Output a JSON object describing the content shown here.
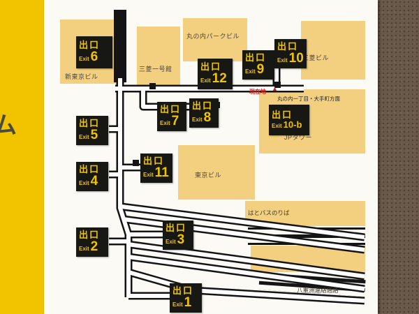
{
  "panel": {
    "side_char": "ム",
    "current_location": "現在地",
    "marker": "▲",
    "direction": "丸の内一丁目・大手町方面"
  },
  "buildings": {
    "shin_tokyo": "新東京ビル",
    "mitsubishi_ichigokan": "三菱一号館",
    "marunouchi_park": "丸の内パークビル",
    "mitsubishi": "三菱ビル",
    "jp_tower": "JPタワー",
    "tokyo_bldg": "東京ビル",
    "hatobus": "はとバスのりば",
    "yaesu": "八重洲連絡通路"
  },
  "exit_label": {
    "kanji": "出口",
    "en": "Exit"
  },
  "exits": [
    {
      "num": "6"
    },
    {
      "num": "12"
    },
    {
      "num": "9"
    },
    {
      "num": "10"
    },
    {
      "num": "7"
    },
    {
      "num": "8"
    },
    {
      "num": "10-b"
    },
    {
      "num": "5"
    },
    {
      "num": "11"
    },
    {
      "num": "4"
    },
    {
      "num": "3"
    },
    {
      "num": "2"
    },
    {
      "num": "1"
    }
  ],
  "colors": {
    "sign_yellow": "#f2c400",
    "building_tan": "#f2d080",
    "exit_black": "#171714",
    "location_red": "#cc2020",
    "wall_brown": "#6a594a"
  }
}
